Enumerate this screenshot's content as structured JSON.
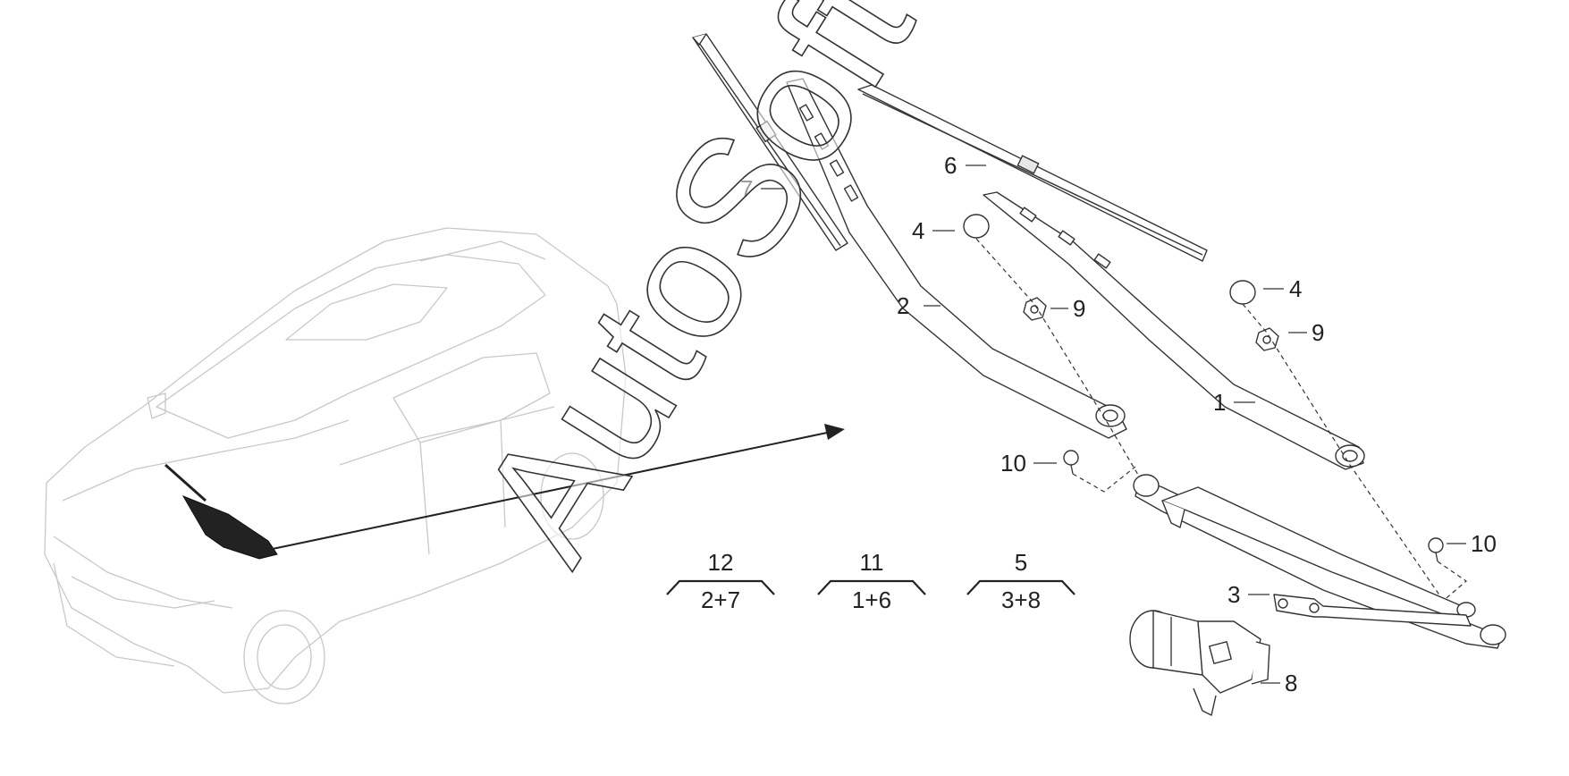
{
  "watermark": "AutoSoft",
  "callouts": [
    {
      "id": "c1",
      "text": "1"
    },
    {
      "id": "c2",
      "text": "2"
    },
    {
      "id": "c3",
      "text": "3"
    },
    {
      "id": "c4a",
      "text": "4"
    },
    {
      "id": "c4b",
      "text": "4"
    },
    {
      "id": "c6",
      "text": "6"
    },
    {
      "id": "c7",
      "text": "7"
    },
    {
      "id": "c8",
      "text": "8"
    },
    {
      "id": "c9a",
      "text": "9"
    },
    {
      "id": "c9b",
      "text": "9"
    },
    {
      "id": "c10a",
      "text": "10"
    },
    {
      "id": "c10b",
      "text": "10"
    }
  ],
  "groups": [
    {
      "number": "12",
      "members": "2+7"
    },
    {
      "number": "11",
      "members": "1+6"
    },
    {
      "number": "5",
      "members": "3+8"
    }
  ],
  "colors": {
    "line": "#333333",
    "car_outline": "#c8c8c8",
    "background": "#ffffff"
  }
}
